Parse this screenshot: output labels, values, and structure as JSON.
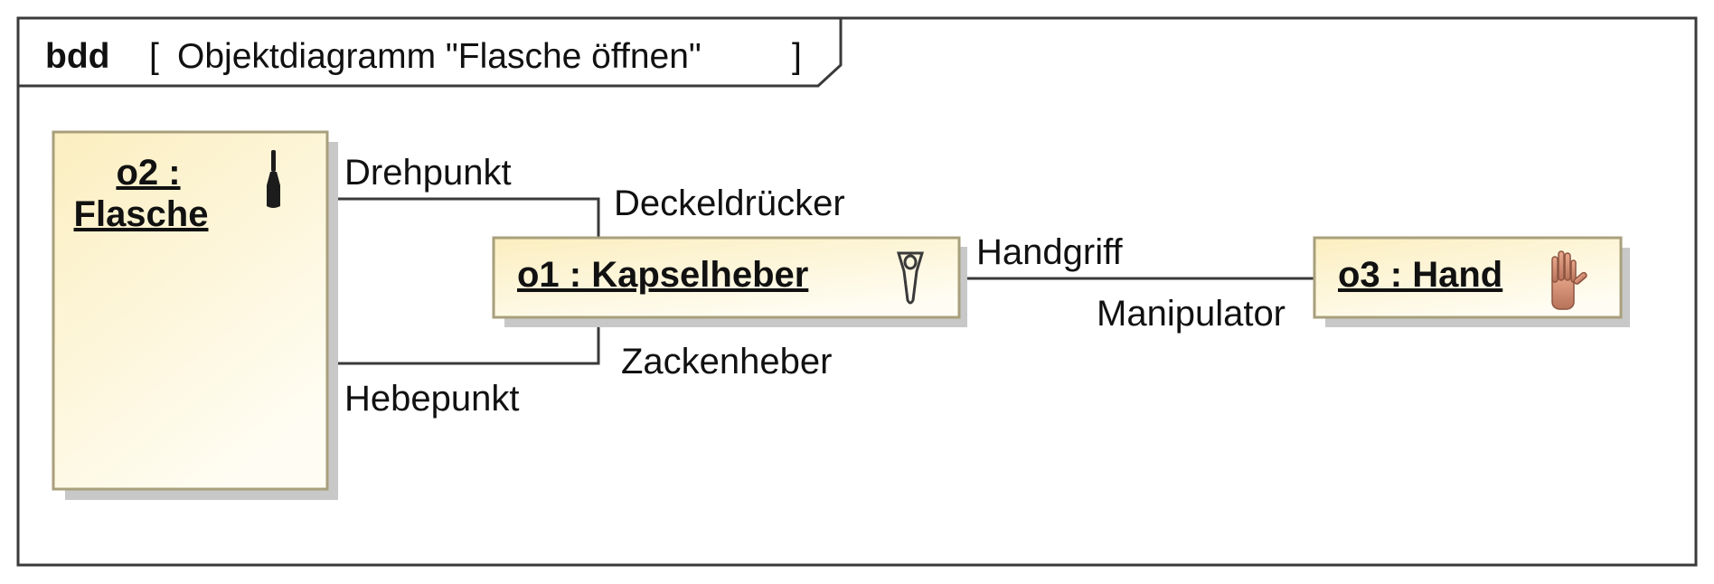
{
  "frame": {
    "kind": "bdd",
    "open_bracket": "[",
    "title": "Objektdiagramm \"Flasche öffnen\"",
    "close_bracket": "]"
  },
  "objects": {
    "o2": {
      "name_line1": "o2 :",
      "name_line2": "Flasche",
      "icon": "bottle-icon"
    },
    "o1": {
      "name": "o1 : Kapselheber",
      "icon": "bottle-opener-icon"
    },
    "o3": {
      "name": "o3 : Hand",
      "icon": "hand-icon"
    }
  },
  "links": {
    "drehpunkt": {
      "end_o2": "Drehpunkt",
      "end_o1": "Deckeldrücker"
    },
    "hebepunkt": {
      "end_o2": "Hebepunkt",
      "end_o1": "Zackenheber"
    },
    "hand": {
      "end_o1": "Handgriff",
      "end_o3": "Manipulator"
    }
  },
  "colors": {
    "block_fill_top": "#fbeec0",
    "block_fill_bottom": "#fffdf3",
    "block_border": "#a89f7c",
    "shadow": "#c8c8c8",
    "line": "#3a3a3a"
  }
}
